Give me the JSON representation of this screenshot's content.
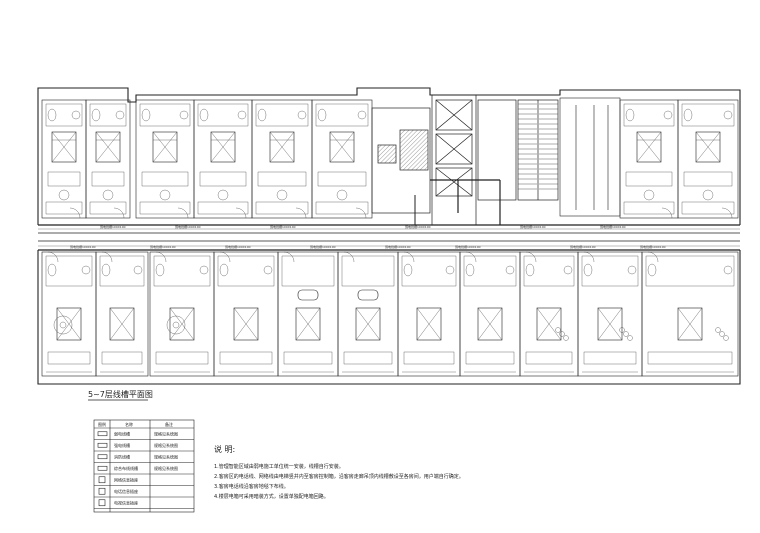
{
  "drawing": {
    "title": "5~7层线槽平面图"
  },
  "notes": {
    "heading": "说  明:",
    "lines": [
      "1.管理智能区域由弱电施工单位统一安装，线槽自行安装。",
      "2.客房区的电话线、网络线由电梯竖井内至客房控制箱，沿客房走廊吊顶内线槽敷设至各房间，用户端自行确定。",
      "3.客房电话线沿客房地毯下布线。",
      "4.楼层电箱可采用暗装方式，设置单独配电箱回路。"
    ]
  },
  "legend": {
    "headers": [
      "图例",
      "名称",
      "备注"
    ],
    "rows": [
      {
        "name": "弱电线槽",
        "remark": "规格见系统图"
      },
      {
        "name": "强电线槽",
        "remark": "规格见系统图"
      },
      {
        "name": "消防线槽",
        "remark": "规格见系统图"
      },
      {
        "name": "综合布线线槽",
        "remark": "规格见系统图"
      },
      {
        "name": "网络信息插座",
        "remark": ""
      },
      {
        "name": "电话信息插座",
        "remark": ""
      },
      {
        "name": "电视信息插座",
        "remark": ""
      }
    ]
  },
  "corridor_labels": {
    "upper": [
      "弱电线槽100X100",
      "弱电线槽100X100",
      "弱电线槽100X100",
      "弱电线槽100X100",
      "弱电线槽100X100",
      "弱电线槽100X100"
    ],
    "lower": [
      "弱电线槽100X100",
      "弱电线槽100X100",
      "弱电线槽100X100",
      "弱电线槽100X100",
      "弱电线槽100X100",
      "弱电线槽100X100",
      "弱电线槽100X100",
      "弱电线槽100X100"
    ]
  }
}
